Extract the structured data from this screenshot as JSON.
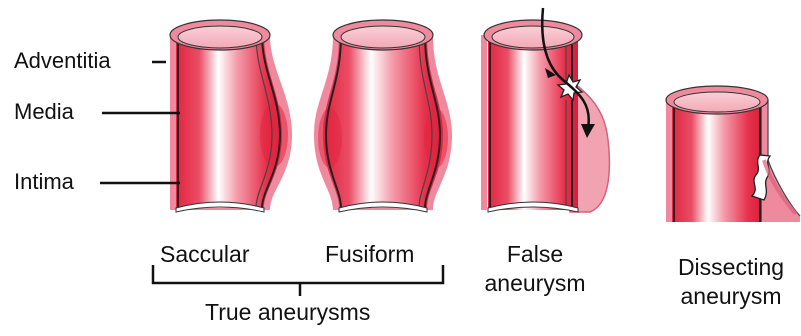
{
  "layers": {
    "adventitia": "Adventitia",
    "media": "Media",
    "intima": "Intima"
  },
  "captions": {
    "saccular": "Saccular",
    "fusiform": "Fusiform",
    "true_group": "True aneurysms",
    "false_line1": "False",
    "false_line2": "aneurysm",
    "dissecting_line1": "Dissecting",
    "dissecting_line2": "aneurysm"
  },
  "colors": {
    "vessel_outer": "#ef8a9e",
    "vessel_core": "#e3243f",
    "vessel_highlight": "#ffffff",
    "wall_line": "#222222",
    "lumen_top": "#f7c4cc",
    "bulge": "#f2a3b1",
    "blood": "#e3243f"
  },
  "icons": {
    "blood_flow_arrow": "curved-arrow-icon",
    "wall_tear": "tear-burst-icon",
    "dissection_flap": "flap-icon"
  }
}
